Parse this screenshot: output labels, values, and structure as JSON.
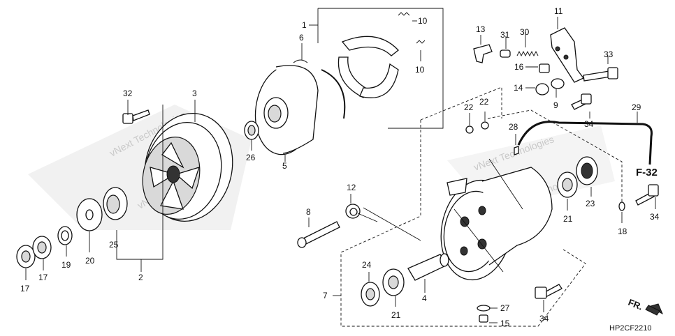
{
  "diagram_code": "HP2CF2210",
  "reference": "F-32",
  "direction_label": "FR.",
  "watermark_text": "vNext Technologies",
  "callouts": {
    "p1": "1",
    "p2": "2",
    "p3": "3",
    "p4": "4",
    "p5": "5",
    "p6": "6",
    "p7": "7",
    "p8": "8",
    "p9": "9",
    "p10a": "10",
    "p10b": "10",
    "p11": "11",
    "p12": "12",
    "p13": "13",
    "p14": "14",
    "p15": "15",
    "p16": "16",
    "p17a": "17",
    "p17b": "17",
    "p18": "18",
    "p19": "19",
    "p20": "20",
    "p21a": "21",
    "p21b": "21",
    "p22a": "22",
    "p22b": "22",
    "p23": "23",
    "p24": "24",
    "p25": "25",
    "p26": "26",
    "p27": "27",
    "p28": "28",
    "p29": "29",
    "p30": "30",
    "p31": "31",
    "p32": "32",
    "p33": "33",
    "p34a": "34",
    "p34b": "34",
    "p34c": "34"
  },
  "colors": {
    "line": "#111111",
    "watermark": "#c9c9c9",
    "shade": "#d9d9d9"
  }
}
